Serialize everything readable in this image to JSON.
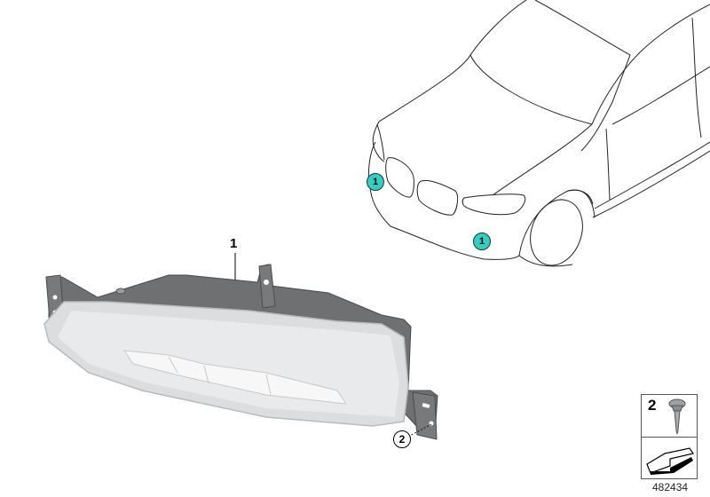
{
  "diagram": {
    "type": "parts-diagram",
    "callouts": [
      {
        "id": "part-1-main",
        "label": "1"
      },
      {
        "id": "part-2-main",
        "label": "2"
      },
      {
        "id": "car-location-1a",
        "label": "1"
      },
      {
        "id": "car-location-1b",
        "label": "1"
      }
    ],
    "legend": {
      "part_number": "2",
      "part_icon": "screw-icon",
      "direction_icon": "arrow-icon"
    },
    "image_id": "482434",
    "colors": {
      "callout_fill": "#2fcfc4",
      "bracket_gray": "#6e7072",
      "lens_gray": "#d8d9da",
      "line": "#000000"
    }
  }
}
